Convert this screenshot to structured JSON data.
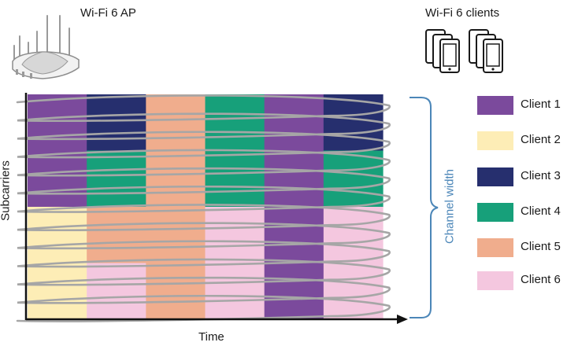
{
  "header": {
    "ap_label": "Wi-Fi 6 AP",
    "clients_label": "Wi-Fi 6 clients"
  },
  "axes": {
    "x_label": "Time",
    "y_label": "Subcarriers"
  },
  "bracket_label": "Channel width",
  "colors": {
    "client1": "#7b4a9c",
    "client2": "#fdedb6",
    "client3": "#262f6e",
    "client4": "#17a07a",
    "client5": "#f0ad8d",
    "client6": "#f4c7df",
    "channel_accent": "#4b86b8",
    "wave": "#a6a6a6"
  },
  "legend": [
    {
      "label": "Client 1",
      "color": "#7b4a9c"
    },
    {
      "label": "Client 2",
      "color": "#fdedb6"
    },
    {
      "label": "Client 3",
      "color": "#262f6e"
    },
    {
      "label": "Client 4",
      "color": "#17a07a"
    },
    {
      "label": "Client 5",
      "color": "#f0ad8d"
    },
    {
      "label": "Client 6",
      "color": "#f4c7df"
    }
  ],
  "grid": {
    "columns": 6,
    "rows": 12,
    "cells": [
      [
        "client1",
        "client3",
        "client5",
        "client4",
        "client1",
        "client3"
      ],
      [
        "client1",
        "client3",
        "client5",
        "client4",
        "client1",
        "client3"
      ],
      [
        "client1",
        "client3",
        "client5",
        "client4",
        "client1",
        "client3"
      ],
      [
        "client1",
        "client4",
        "client5",
        "client4",
        "client1",
        "client4"
      ],
      [
        "client1",
        "client4",
        "client5",
        "client4",
        "client1",
        "client4"
      ],
      [
        "client1",
        "client4",
        "client5",
        "client4",
        "client1",
        "client4"
      ],
      [
        "client2",
        "client5",
        "client5",
        "client6",
        "client1",
        "client6"
      ],
      [
        "client2",
        "client5",
        "client5",
        "client6",
        "client1",
        "client6"
      ],
      [
        "client2",
        "client5",
        "client5",
        "client6",
        "client1",
        "client6"
      ],
      [
        "client2",
        "client6",
        "client5",
        "client6",
        "client1",
        "client6"
      ],
      [
        "client2",
        "client6",
        "client5",
        "client6",
        "client1",
        "client6"
      ],
      [
        "client2",
        "client6",
        "client5",
        "client6",
        "client1",
        "client6"
      ]
    ]
  },
  "icons": {
    "router": "router-icon",
    "phone": "smartphone-icon"
  }
}
